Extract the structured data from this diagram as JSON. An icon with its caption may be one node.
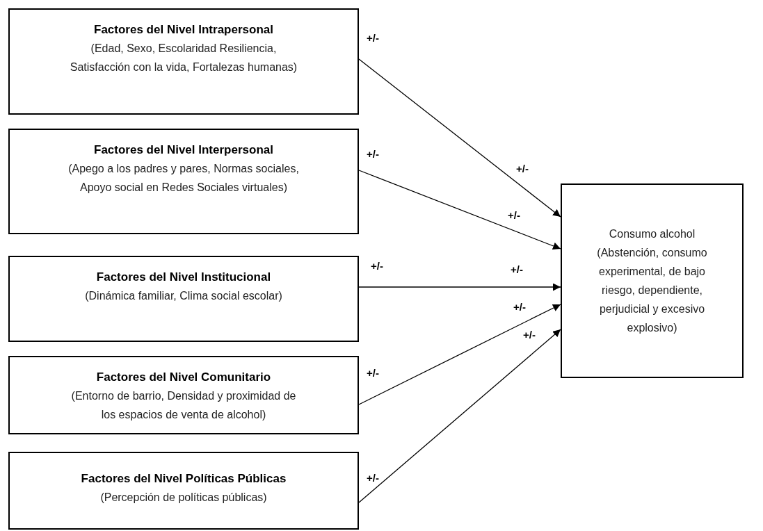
{
  "diagram": {
    "nodes": [
      {
        "text": [
          "Factores del Nivel Intrapersonal",
          "(Edad, Sexo, Escolaridad Resiliencia, Satisfacción con la vida, Fortalezas humanas)"
        ]
      },
      {
        "text": [
          "Factores del Nivel Interpersonal",
          "(Apego a los padres y pares, Normas sociales, Apoyo social en Redes Sociales virtuales)"
        ]
      },
      {
        "text": [
          "Factores del Nivel Institucional",
          "(Dinámica familiar, Clima social escolar)"
        ]
      },
      {
        "text": [
          "Factores del Nivel Comunitario",
          "(Entorno de barrio, Densidad y proximidad de los espacios de venta de alcohol)"
        ]
      },
      {
        "text": [
          "Factores del Nivel Políticas Públicas",
          "(Percepción de políticas públicas)"
        ]
      },
      {
        "text": [
          "Consumo alcohol (Abstención, consumo experimental, de bajo riesgo, dependiente, perjudicial y excesivo explosivo)"
        ]
      }
    ],
    "edges": [
      {
        "from": 0,
        "to": 5,
        "arrow": "to",
        "label": "+/-"
      },
      {
        "from": 1,
        "to": 5,
        "arrow": "to",
        "label": "+/-"
      },
      {
        "from": 2,
        "to": 5,
        "arrow": "to",
        "label": "+/-"
      },
      {
        "from": 3,
        "to": 5,
        "arrow": "to",
        "label": "+/-"
      },
      {
        "from": 4,
        "to": 5,
        "arrow": "to",
        "label": "+/-"
      }
    ],
    "labels": [
      "+/-",
      "+/-",
      "+/-",
      "+/-",
      "+/-"
    ]
  }
}
